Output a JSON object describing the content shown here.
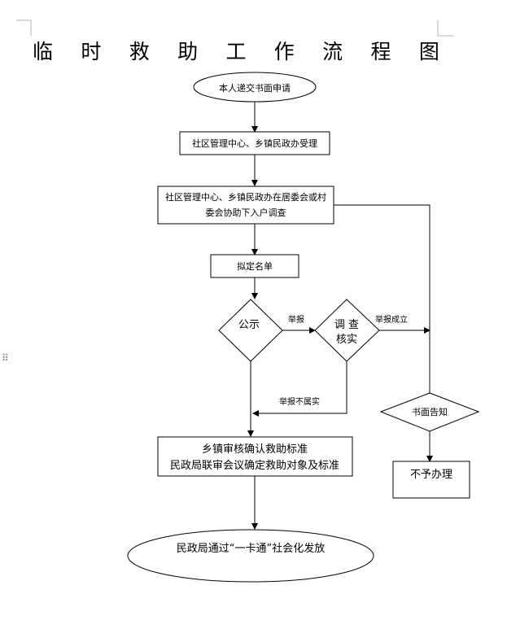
{
  "document": {
    "title_chars": [
      "临",
      "时",
      "救",
      "助",
      "工",
      "作",
      "流",
      "程",
      "图"
    ]
  },
  "flowchart": {
    "nodes": {
      "start": "本人递交书面申请",
      "accept": "社区管理中心、乡镇民政办受理",
      "survey_line1": "社区管理中心、乡镇民政办在居委会或村",
      "survey_line2": "委会协助下入户调查",
      "draft_list": "拟定名单",
      "publicity": "公示",
      "verify_line1": "调 查",
      "verify_line2": "核实",
      "review_line1": "乡镇审核确认救助标准",
      "review_line2": "民政局联审会议确定救助对象及标准",
      "distribute": "民政局通过“一卡通”社会化发放",
      "notify": "书面告知",
      "reject": "不予办理"
    },
    "edge_labels": {
      "report": "举报",
      "report_valid": "举报成立",
      "report_invalid": "举报不属实"
    }
  }
}
